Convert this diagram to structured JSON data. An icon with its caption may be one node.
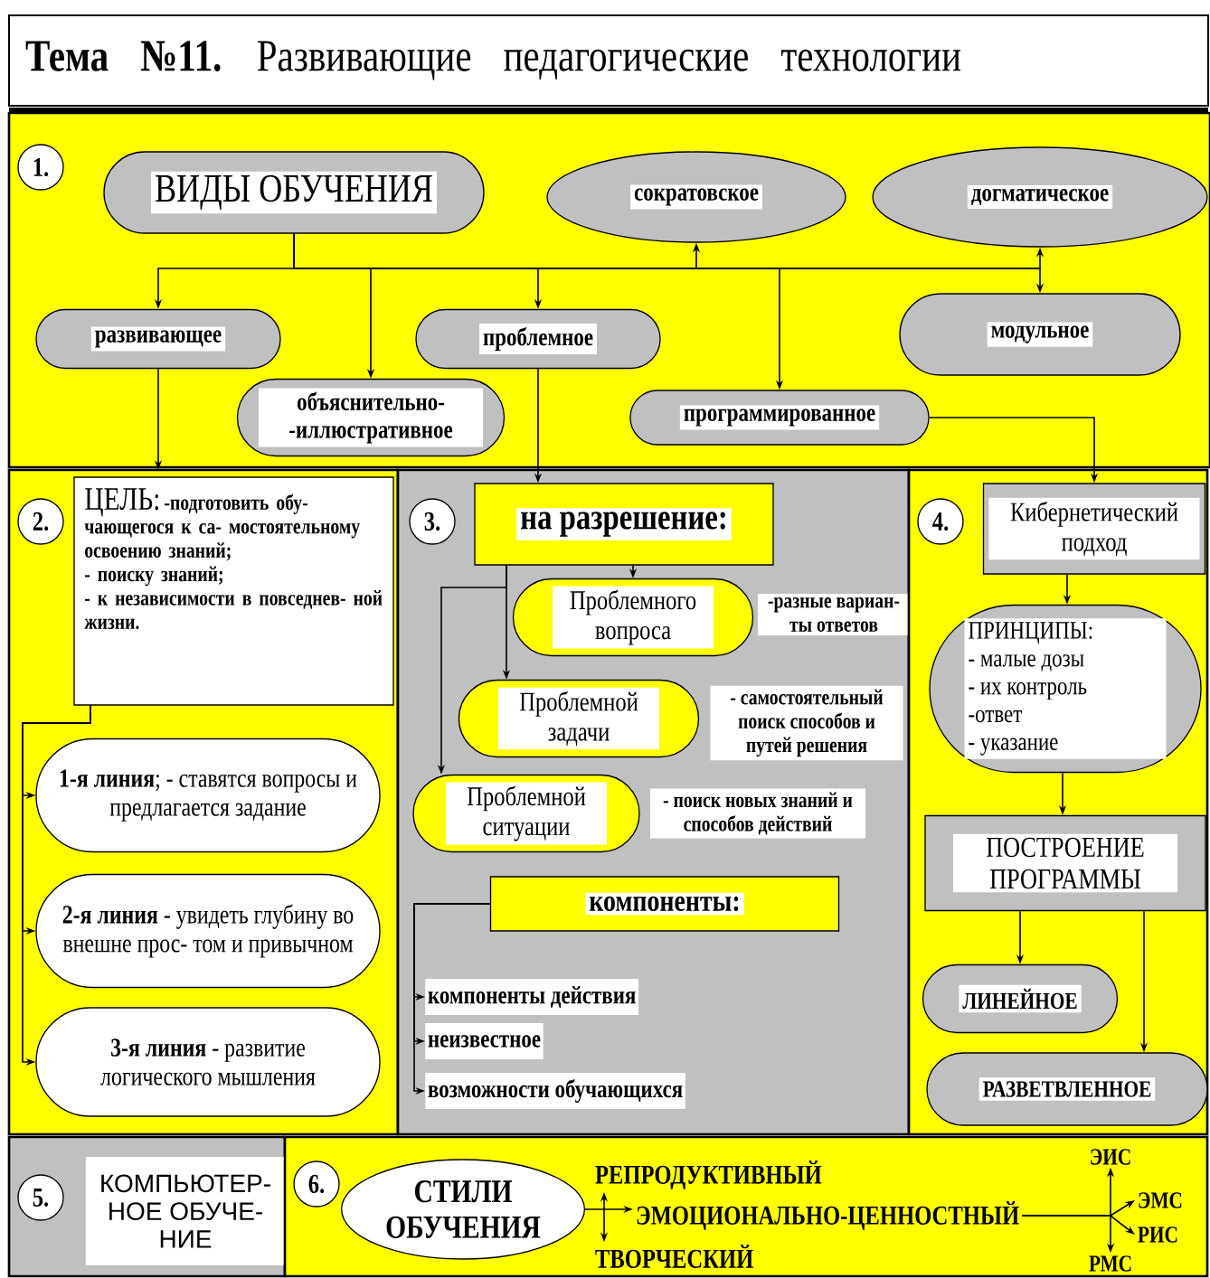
{
  "diagram": {
    "title": "**Тема №11.** Развивающие педагогические технологии",
    "nodes": [
      {
        "text": [],
        "shape": "box"
      },
      {
        "text": [
          "1."
        ],
        "in": 0
      },
      {
        "text": [
          "ВИДЫ ОБУЧЕНИЯ"
        ],
        "in": 0
      },
      {
        "text": [
          "сократовское"
        ],
        "in": 0
      },
      {
        "text": [
          "догматическое"
        ],
        "in": 0
      },
      {
        "text": [
          "развивающее"
        ],
        "in": 0
      },
      {
        "text": [
          "проблемное"
        ],
        "in": 0
      },
      {
        "text": [
          "модульное"
        ],
        "in": 0
      },
      {
        "text": [
          "объяснительно- -иллюстративное"
        ],
        "in": 0
      },
      {
        "text": [
          "программированное"
        ],
        "in": 0
      },
      {
        "text": [],
        "shape": "box"
      },
      {
        "text": [
          "2."
        ],
        "in": 10
      },
      {
        "text": [
          "ЦЕЛЬ:",
          "-подготовить обу- чающегося к са- мостоятельному освоению знаний;",
          "- поиску знаний;",
          "- к независимости в повседнев- ной жизни."
        ],
        "in": 10
      },
      {
        "text": [
          "**1-я линия**; - ставятся вопросы и предлагается задание"
        ],
        "in": 10
      },
      {
        "text": [
          "**2-я линия** - увидеть глубину во внешне прос- том и привычном"
        ],
        "in": 10
      },
      {
        "text": [
          "**3-я линия** - развитие логического мышления"
        ],
        "in": 10
      },
      {
        "text": [],
        "shape": "box"
      },
      {
        "text": [
          "3."
        ],
        "in": 16
      },
      {
        "text": [
          "на разрешение:"
        ],
        "in": 16
      },
      {
        "text": [
          "Проблемного вопроса"
        ],
        "beside": [
          "-разные вариан- ты ответов"
        ],
        "in": 16
      },
      {
        "text": [
          "Проблемной задачи"
        ],
        "beside": [
          "- самостоятельный поиск способов и путей решения"
        ],
        "in": 16
      },
      {
        "text": [
          "Проблемной ситуации"
        ],
        "beside": [
          "- поиск новых знаний и способов действий"
        ],
        "in": 16
      },
      {
        "text": [
          "компоненты:"
        ],
        "in": 16
      },
      {
        "text": [
          "компоненты действия"
        ],
        "in": 16
      },
      {
        "text": [
          "неизвестное"
        ],
        "in": 16
      },
      {
        "text": [
          "возможности обучающихся"
        ],
        "in": 16
      },
      {
        "text": [],
        "shape": "box"
      },
      {
        "text": [
          "4."
        ],
        "in": 26
      },
      {
        "text": [
          "Кибернетический подход"
        ],
        "in": 26
      },
      {
        "text": [
          "ПРИНЦИПЫ:",
          "- малые дозы",
          "- их контроль",
          "-ответ",
          "- указание"
        ],
        "in": 26
      },
      {
        "text": [
          "ПОСТРОЕНИЕ ПРОГРАММЫ"
        ],
        "in": 26
      },
      {
        "text": [
          "ЛИНЕЙНОЕ"
        ],
        "in": 26
      },
      {
        "text": [
          "РАЗВЕТВЛЕННОЕ"
        ],
        "in": 26
      },
      {
        "text": [],
        "shape": "box"
      },
      {
        "text": [
          "5."
        ],
        "in": 33
      },
      {
        "text": [
          "КОМПЬЮТЕР- НОЕ ОБУЧЕ- НИЕ"
        ],
        "in": 33
      },
      {
        "text": [],
        "shape": "box"
      },
      {
        "text": [
          "6."
        ],
        "in": 36
      },
      {
        "text": [
          "СТИЛИ",
          "ОБУЧЕНИЯ"
        ],
        "in": 36
      },
      {
        "text": [
          "РЕПРОДУКТИВНЫЙ"
        ],
        "in": 36
      },
      {
        "text": [
          "ЭМОЦИОНАЛЬНО-ЦЕННОСТНЫЙ"
        ],
        "in": 36
      },
      {
        "text": [
          "ТВОРЧЕСКИЙ"
        ],
        "in": 36
      },
      {
        "text": [
          "ЭИС"
        ],
        "in": 36
      },
      {
        "text": [
          "ЭМС"
        ],
        "in": 36
      },
      {
        "text": [
          "РИС"
        ],
        "in": 36
      },
      {
        "text": [
          "РМС"
        ],
        "in": 36
      }
    ],
    "edges": [
      {
        "from": 2,
        "to": 5,
        "arrow": "to"
      },
      {
        "from": 2,
        "to": 8,
        "arrow": "to"
      },
      {
        "from": 2,
        "to": 6,
        "arrow": "to"
      },
      {
        "from": 2,
        "to": 3,
        "arrow": "to"
      },
      {
        "from": 2,
        "to": 9,
        "arrow": "to"
      },
      {
        "from": 2,
        "to": 4,
        "arrow": "to"
      },
      {
        "from": 2,
        "to": 7,
        "arrow": "to"
      },
      {
        "from": 5,
        "to": 10,
        "arrow": "to"
      },
      {
        "from": 6,
        "to": 18,
        "arrow": "to"
      },
      {
        "from": 9,
        "to": 28,
        "arrow": "to"
      },
      {
        "from": 12,
        "to": 13,
        "arrow": "to"
      },
      {
        "from": 12,
        "to": 14,
        "arrow": "to"
      },
      {
        "from": 12,
        "to": 15,
        "arrow": "to"
      },
      {
        "from": 18,
        "to": 19,
        "arrow": "to"
      },
      {
        "from": 18,
        "to": 20,
        "arrow": "to"
      },
      {
        "from": 18,
        "to": 21,
        "arrow": "to"
      },
      {
        "from": 22,
        "to": 23,
        "arrow": "to"
      },
      {
        "from": 22,
        "to": 24,
        "arrow": "to"
      },
      {
        "from": 22,
        "to": 25,
        "arrow": "to"
      },
      {
        "from": 28,
        "to": 29,
        "arrow": "to"
      },
      {
        "from": 29,
        "to": 30,
        "arrow": "to"
      },
      {
        "from": 30,
        "to": 31,
        "arrow": "to"
      },
      {
        "from": 30,
        "to": 32,
        "arrow": "to"
      },
      {
        "from": 38,
        "to": 40,
        "arrow": "to"
      },
      {
        "from": 39,
        "to": 41,
        "arrow": "both"
      },
      {
        "from": 40,
        "to": 43,
        "arrow": "to"
      },
      {
        "from": 40,
        "to": 44,
        "arrow": "to"
      },
      {
        "from": 42,
        "to": 45,
        "arrow": "both"
      }
    ]
  }
}
